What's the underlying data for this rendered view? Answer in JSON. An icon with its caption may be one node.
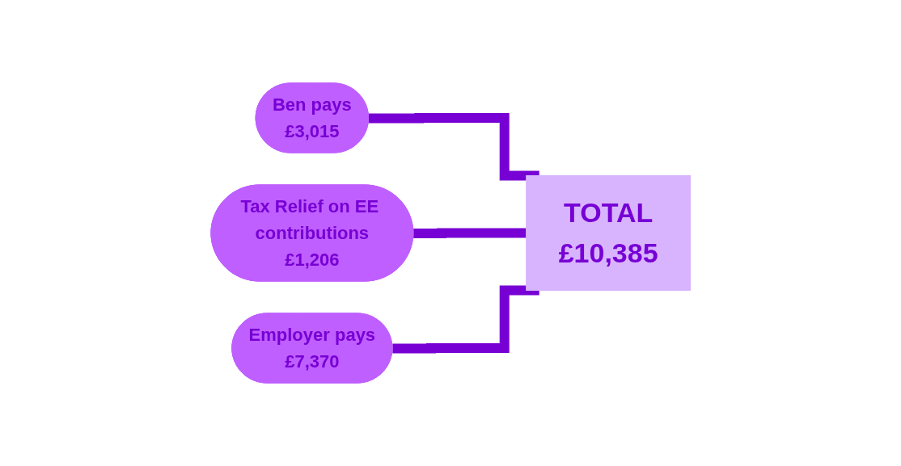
{
  "diagram": {
    "nodes": [
      {
        "text": [
          "Ben pays",
          "£3,015"
        ]
      },
      {
        "text": [
          "Tax Relief on EE contributions",
          "£1,206"
        ]
      },
      {
        "text": [
          "Employer pays",
          "£7,370"
        ]
      },
      {
        "text": [
          "TOTAL",
          "£10,385"
        ]
      }
    ],
    "edges": [
      {
        "from": 0,
        "to": 3,
        "arrow": "none"
      },
      {
        "from": 1,
        "to": 3,
        "arrow": "none"
      },
      {
        "from": 2,
        "to": 3,
        "arrow": "none"
      }
    ]
  }
}
